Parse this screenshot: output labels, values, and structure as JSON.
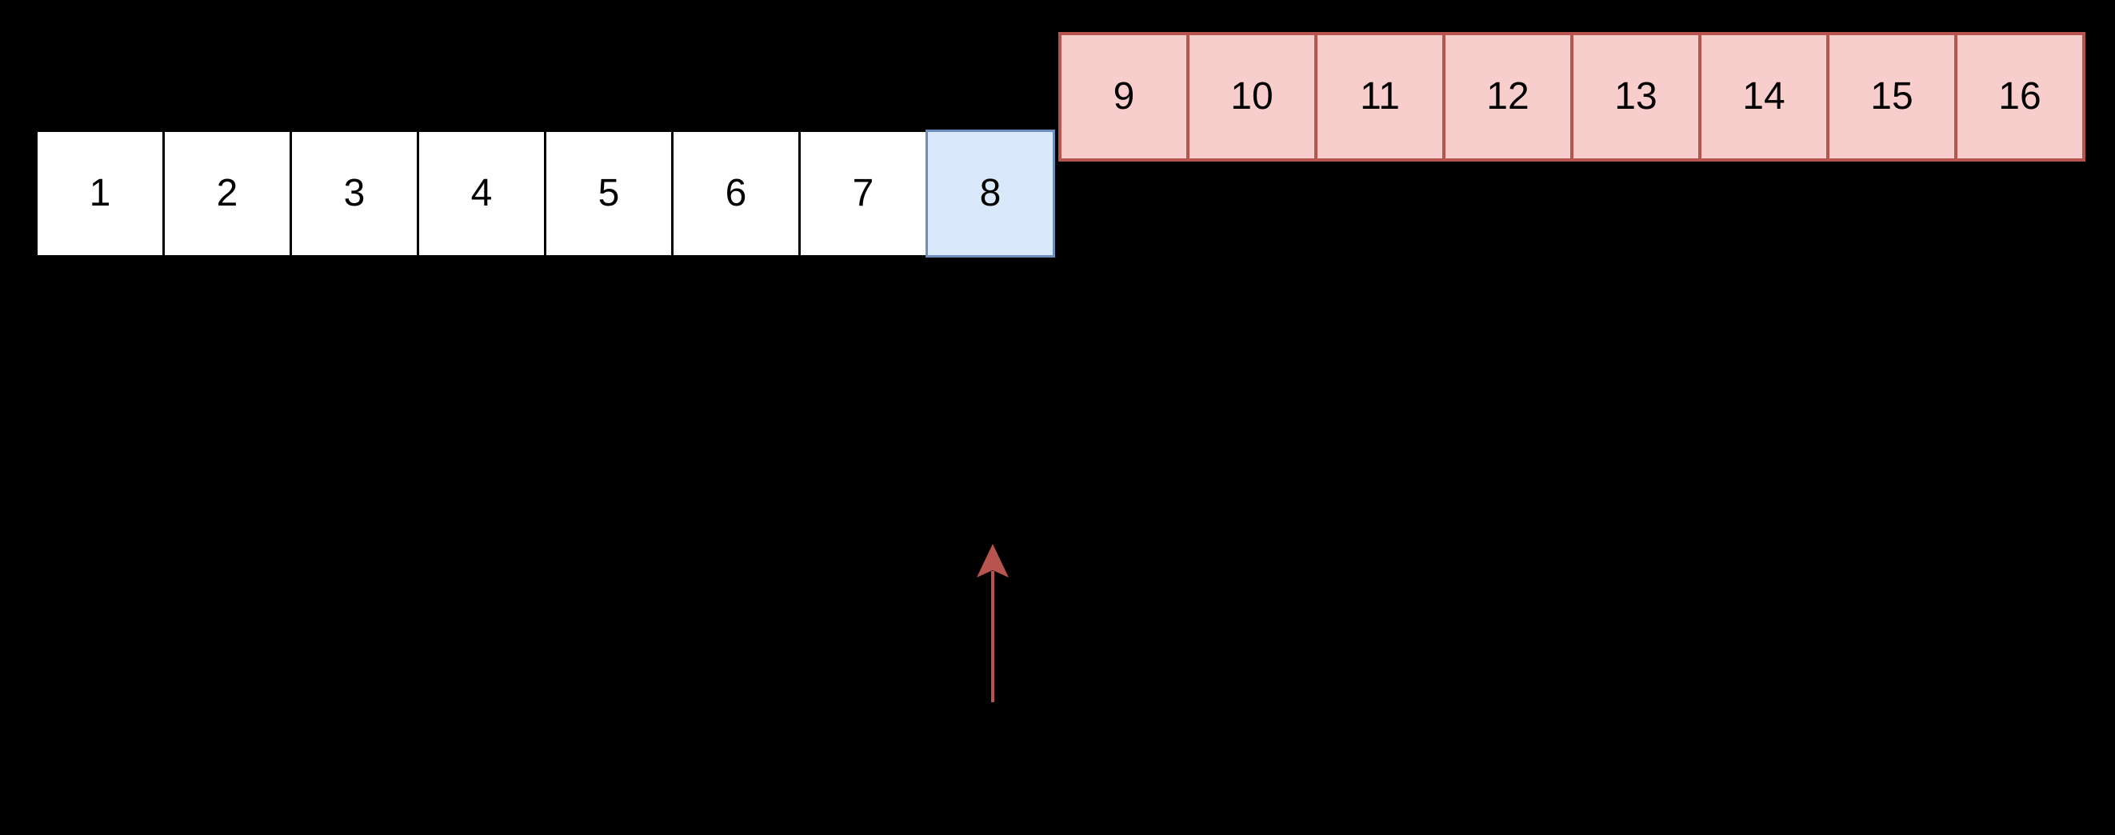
{
  "colors": {
    "background": "#000000",
    "cell_text": "#000000",
    "original_cell_fill": "#ffffff",
    "original_cell_border": "#000000",
    "highlight_cell_fill": "#dae8fc",
    "highlight_cell_border": "#6c8ebf",
    "new_cell_fill": "#f8cecc",
    "new_cell_border": "#b85450",
    "arrow": "#b85450"
  },
  "array_diagram": {
    "original_cells": [
      "1",
      "2",
      "3",
      "4",
      "5",
      "6",
      "7"
    ],
    "highlighted_cell": "8",
    "new_cells": [
      "9",
      "10",
      "11",
      "12",
      "13",
      "14",
      "15",
      "16"
    ]
  }
}
